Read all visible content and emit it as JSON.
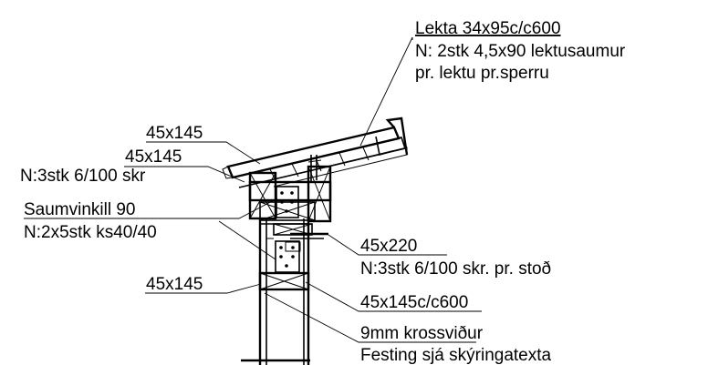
{
  "labels": {
    "lekta_title": "Lekta 34x95c/c600",
    "lekta_note1": "N: 2stk 4,5x90 lektusaumur",
    "lekta_note2": "pr. lektu pr.sperru",
    "rafter_top": "45x145",
    "rafter_second": "45x145",
    "rafter_nail": "N:3stk 6/100 skr",
    "angle_bracket": "Saumvinkill 90",
    "angle_bracket_nail": "N:2x5stk ks40/40",
    "beam": "45x220",
    "beam_nail": "N:3stk 6/100 skr. pr. stoð",
    "post_left": "45x145",
    "stud": "45x145c/c600",
    "plywood": "9mm krossviður",
    "fastening": "Festing sjá skýringatexta"
  }
}
